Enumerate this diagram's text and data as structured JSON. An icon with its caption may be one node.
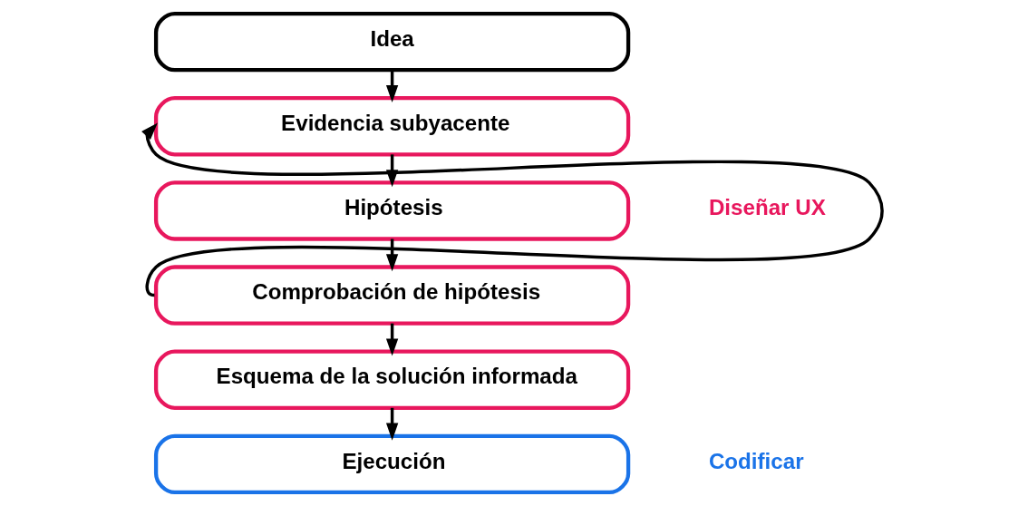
{
  "diagram": {
    "nodes": [
      {
        "text": [
          "Idea"
        ]
      },
      {
        "text": [
          "Evidencia subyacente"
        ]
      },
      {
        "text": [
          "Hipótesis"
        ]
      },
      {
        "text": [
          "Comprobación de hipótesis"
        ]
      },
      {
        "text": [
          "Esquema de la solución informada"
        ]
      },
      {
        "text": [
          "Ejecución"
        ]
      }
    ],
    "edges": [
      {
        "from": 0,
        "to": 1,
        "arrow": "to"
      },
      {
        "from": 1,
        "to": 2,
        "arrow": "to"
      },
      {
        "from": 2,
        "to": 3,
        "arrow": "to"
      },
      {
        "from": 3,
        "to": 1,
        "arrow": "to"
      },
      {
        "from": 3,
        "to": 4,
        "arrow": "to"
      },
      {
        "from": 4,
        "to": 5,
        "arrow": "to"
      }
    ],
    "labels": [
      "Diseñar UX",
      "Codificar"
    ]
  }
}
